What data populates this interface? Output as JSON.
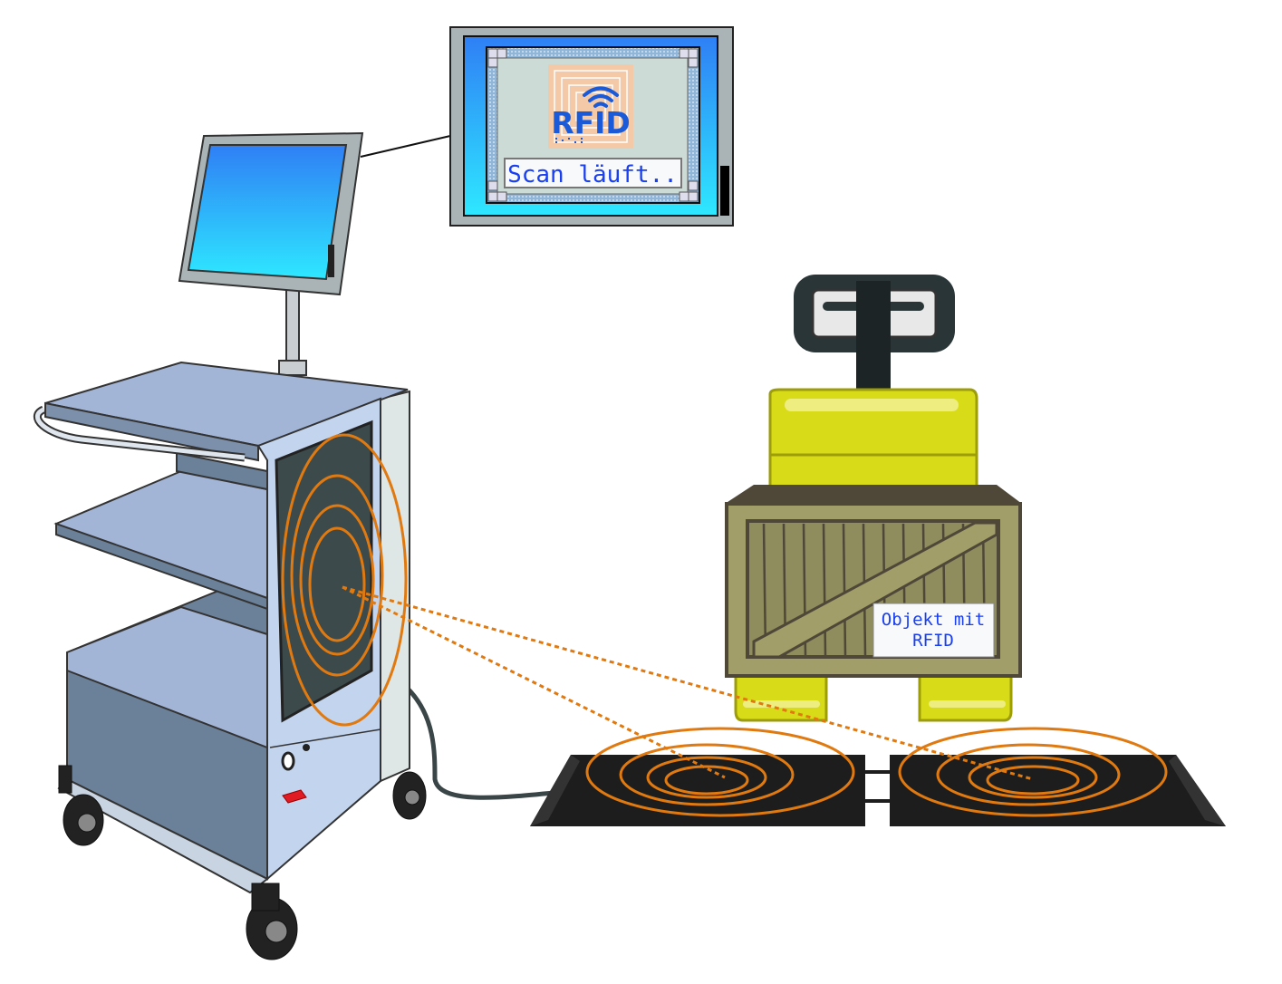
{
  "popup_screen": {
    "logo_text": "RFID",
    "status_text": "Scan läuft.."
  },
  "crate": {
    "label_line1": "Objekt mit",
    "label_line2": "RFID"
  },
  "colors": {
    "signal": "#e07a10",
    "screen_blue_top": "#2f7ff5",
    "screen_blue_bottom": "#2ee8ff",
    "cart_body": "#a3b5d6",
    "pallet_jack": "#d8dc18",
    "crate": "#a19e6a",
    "text_blue": "#1a3ff0"
  }
}
